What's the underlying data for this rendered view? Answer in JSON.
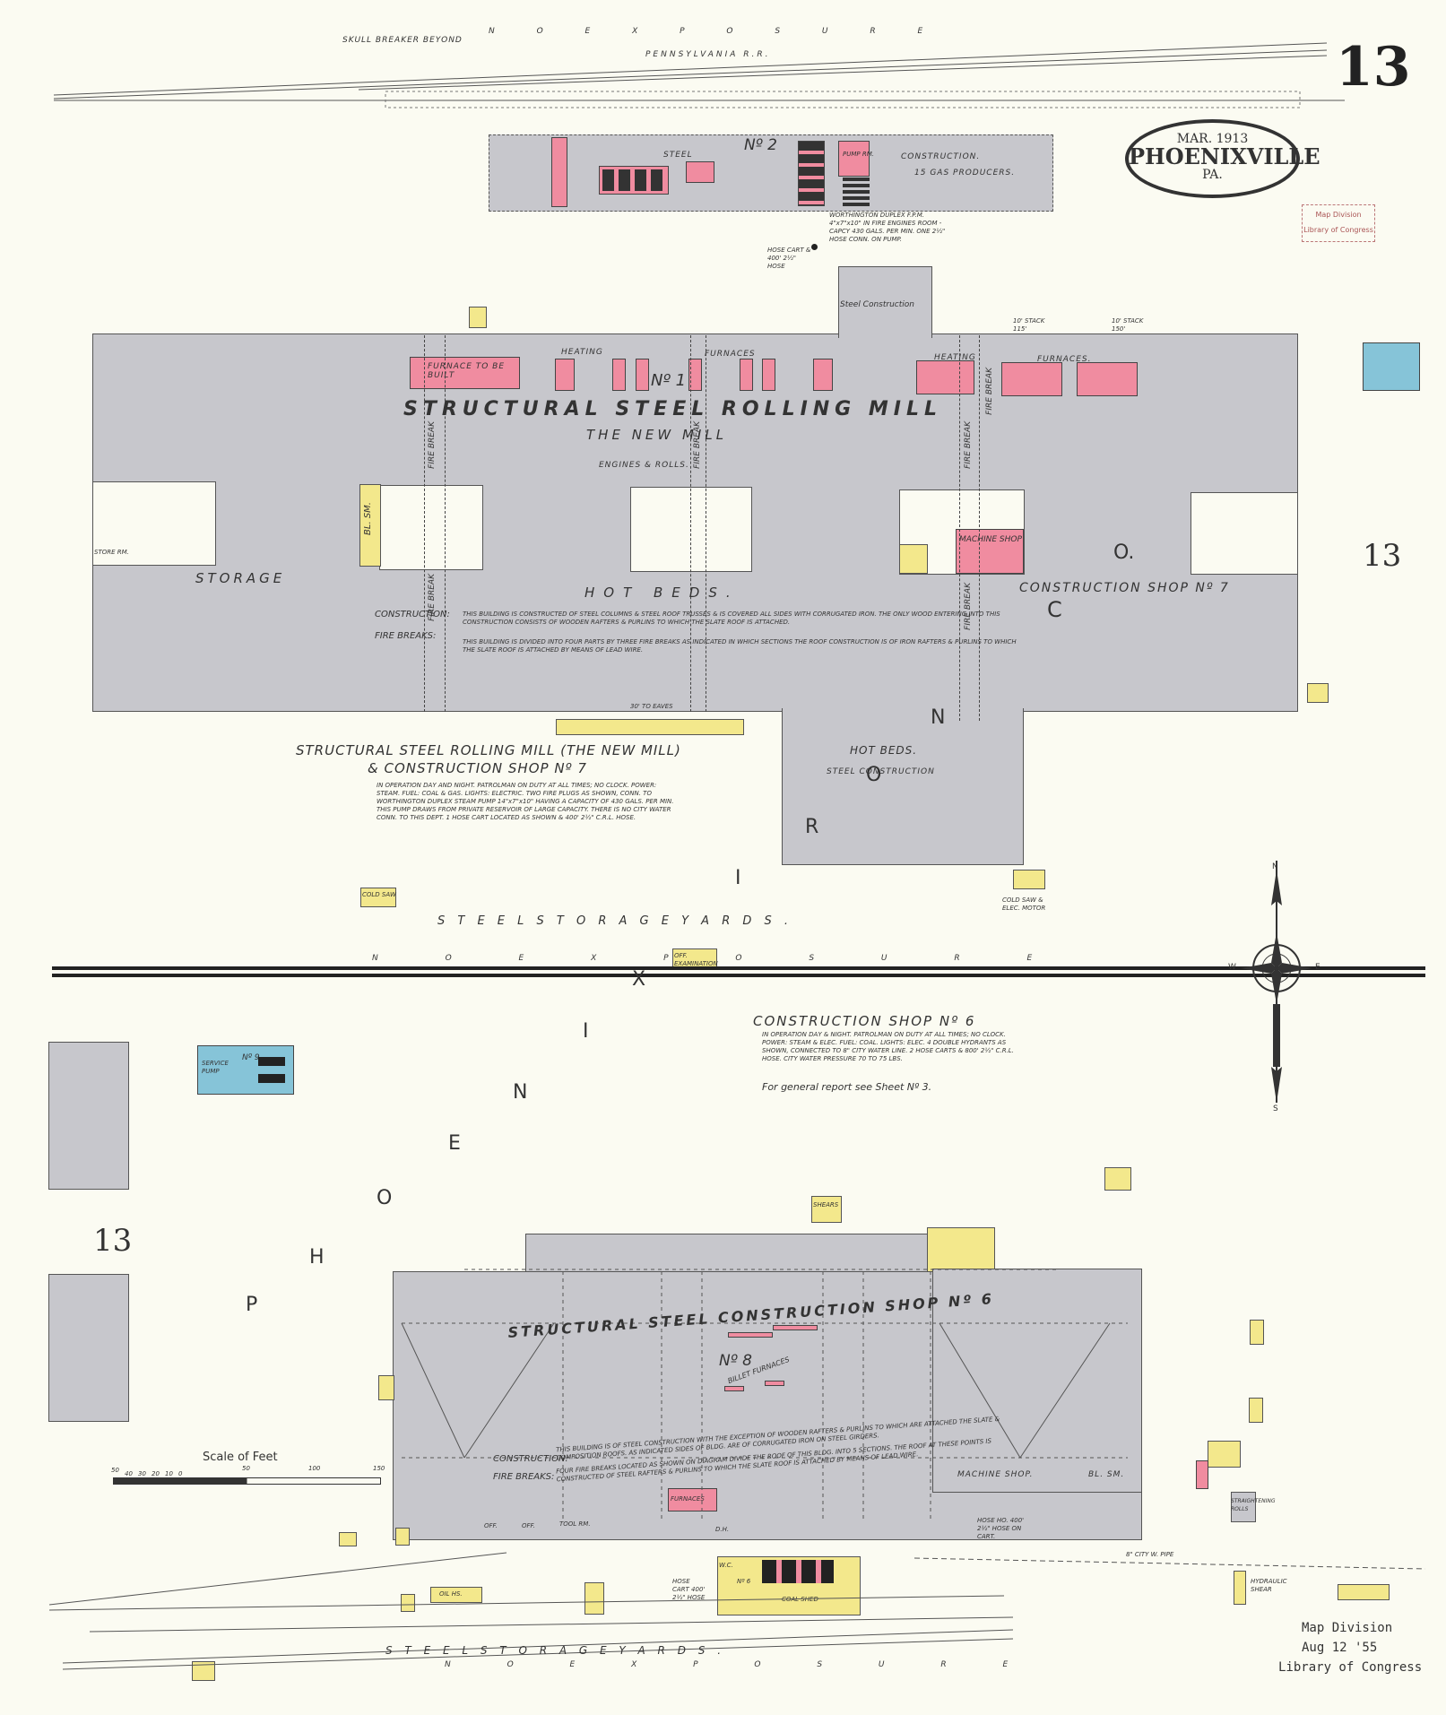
{
  "sheet": {
    "number": "13",
    "date": "MAR. 1913",
    "town": "PHOENIXVILLE",
    "state": "PA.",
    "stamp_top": "Map Division",
    "stamp_top2": "Library of Congress",
    "stamp_bottom_1": "Map Division",
    "stamp_bottom_2": "Aug 12 '55",
    "stamp_bottom_3": "Library of Congress"
  },
  "top": {
    "skull_breaker": "SKULL BREAKER BEYOND",
    "exposure": "N O   E X P O S U R E",
    "railroad": "PENNSYLVANIA R.R.",
    "steel_label": "STEEL",
    "no2": "Nº 2",
    "construction": "CONSTRUCTION.",
    "gas_producers": "15 GAS PRODUCERS.",
    "pump_label": "PUMP RM.",
    "worthington": "WORTHINGTON DUPLEX F.P.M. 4\"x7\"x10\" IN FIRE ENGINES ROOM - CAPCY 430 GALS. PER MIN. ONE 2½\" HOSE CONN. ON PUMP.",
    "hose_cart": "HOSE CART & 400' 2½\" HOSE"
  },
  "mill": {
    "title": "STRUCTURAL STEEL ROLLING MILL",
    "subtitle": "THE NEW MILL",
    "no1": "Nº 1",
    "engines": "ENGINES & ROLLS.",
    "furnace": "FURNACE TO BE BUILT",
    "heating1": "HEATING",
    "furnaces1": "FURNACES",
    "heating2": "HEATING",
    "furnaces2": "FURNACES.",
    "storage": "STORAGE",
    "hot_beds": "HOT BEDS.",
    "construction_shop": "CONSTRUCTION SHOP Nº 7",
    "machine_shop": "MACHINE SHOP",
    "bl_sm": "BL. SM.",
    "steel_construction": "Steel Construction",
    "stack1": "10' STACK 115'",
    "stack2": "10' STACK 150'",
    "construction_note_label": "CONSTRUCTION:",
    "construction_note": "THIS BUILDING IS CONSTRUCTED OF STEEL COLUMNS & STEEL ROOF TRUSSES & IS COVERED ALL SIDES WITH CORRUGATED IRON. THE ONLY WOOD ENTERING INTO THIS CONSTRUCTION CONSISTS OF WOODEN RAFTERS & PURLINS TO WHICH THE SLATE ROOF IS ATTACHED.",
    "firebreaks_label": "FIRE BREAKS:",
    "firebreaks_note": "THIS BUILDING IS DIVIDED INTO FOUR PARTS BY THREE FIRE BREAKS AS INDICATED IN WHICH SECTIONS THE ROOF CONSTRUCTION IS OF IRON RAFTERS & PURLINS TO WHICH THE SLATE ROOF IS ATTACHED BY MEANS OF LEAD WIRE.",
    "eaves": "30' TO EAVES",
    "hot_beds2": "HOT BEDS.",
    "steel_construction2": "STEEL CONSTRUCTION",
    "fire_break": "FIRE BREAK",
    "store_rm": "STORE RM."
  },
  "mill_report": {
    "title1": "STRUCTURAL STEEL ROLLING MILL (THE NEW MILL)",
    "title2": "& CONSTRUCTION SHOP Nº 7",
    "body": "IN OPERATION DAY AND NIGHT. PATROLMAN ON DUTY AT ALL TIMES; NO CLOCK. POWER: STEAM. FUEL: COAL & GAS. LIGHTS: ELECTRIC. TWO FIRE PLUGS AS SHOWN, CONN. TO WORTHINGTON DUPLEX STEAM PUMP 14\"x7\"x10\" HAVING A CAPACITY OF 430 GALS. PER MIN. THIS PUMP DRAWS FROM PRIVATE RESERVOIR OF LARGE CAPACITY. THERE IS NO CITY WATER CONN. TO THIS DEPT. 1 HOSE CART LOCATED AS SHOWN & 400' 2½\" C.R.L. HOSE."
  },
  "middle": {
    "steel_storage_yards": "S T E E L     S T O R A G E     Y A R D S .",
    "exposure": "N O   E X P O S U R E",
    "cold_saw": "COLD SAW & ELEC. MOTOR",
    "cold_saw_left": "COLD SAW",
    "off": "OFF. EXAMINATION",
    "number_right": "13",
    "company_letters": [
      "P",
      "H",
      "O",
      "E",
      "N",
      "I",
      "X",
      "I",
      "R",
      "O",
      "N",
      "C",
      "O."
    ]
  },
  "shop6_report": {
    "title": "CONSTRUCTION SHOP Nº 6",
    "body": "IN OPERATION DAY & NIGHT. PATROLMAN ON DUTY AT ALL TIMES; NO CLOCK. POWER: STEAM & ELEC. FUEL: COAL. LIGHTS: ELEC. 4 DOUBLE HYDRANTS AS SHOWN, CONNECTED TO 8\" CITY WATER LINE. 2 HOSE CARTS & 800' 2½\" C.R.L. HOSE. CITY WATER PRESSURE 70 TO 75 LBS.",
    "general": "For general report see Sheet Nº 3."
  },
  "lower": {
    "service_pump": "SERVICE PUMP",
    "no9": "Nº 9.",
    "number_left": "13",
    "shop6_title": "STRUCTURAL STEEL CONSTRUCTION SHOP Nº 6",
    "no8": "Nº 8",
    "billet_furnaces": "BILLET FURNACES",
    "machine_shop": "MACHINE SHOP.",
    "bl_sm": "BL. SM.",
    "furnaces": "FURNACES",
    "construction_label": "CONSTRUCTION:",
    "construction_note": "THIS BUILDING IS OF STEEL CONSTRUCTION WITH THE EXCEPTION OF WOODEN RAFTERS & PURLINS TO WHICH ARE ATTACHED THE SLATE & COMPOSITION ROOFS. AS INDICATED SIDES OF BLDG. ARE OF CORRUGATED IRON ON STEEL GIRDERS.",
    "firebreaks_label": "FIRE BREAKS:",
    "firebreaks_note": "FOUR FIRE BREAKS LOCATED AS SHOWN ON DIAGRAM DIVIDE THE ROOF OF THIS BLDG. INTO 5 SECTIONS. THE ROOF AT THESE POINTS IS CONSTRUCTED OF STEEL RAFTERS & PURLINS TO WHICH THE SLATE ROOF IS ATTACHED BY MEANS OF LEAD WIRE.",
    "scale_title": "Scale of Feet",
    "scale_ticks": [
      "50",
      "40",
      "30",
      "20",
      "10",
      "0",
      "50",
      "100",
      "150"
    ],
    "coal_shed": "COAL SHED",
    "oil_hs": "OIL HS.",
    "hydraulic_shear": "HYDRAULIC SHEAR",
    "straightening": "STRAIGHTENING ROLLS",
    "shears": "SHEARS",
    "steel_storage_yards": "S T E E L     S T O R A G E     Y A R D S .",
    "exposure": "N O   E X P O S U R E",
    "city_pipe": "8\" CITY W. PIPE",
    "hose_house": "HOSE HO. 400' 2½\" HOSE ON CART.",
    "hose_cart2": "HOSE CART 400' 2½\" HOSE",
    "dh": "D.H.",
    "off": "OFF.",
    "tool_rm": "TOOL RM.",
    "wc": "W.C.",
    "no6": "Nº 6"
  },
  "compass": {
    "n": "N",
    "s": "S",
    "e": "E",
    "w": "W"
  },
  "colors": {
    "steel_bldg": "#c7c7cc",
    "brick": "#f08ca0",
    "frame": "#f3e88c",
    "stone": "#86c4d8",
    "paper": "#fbfbf2"
  }
}
